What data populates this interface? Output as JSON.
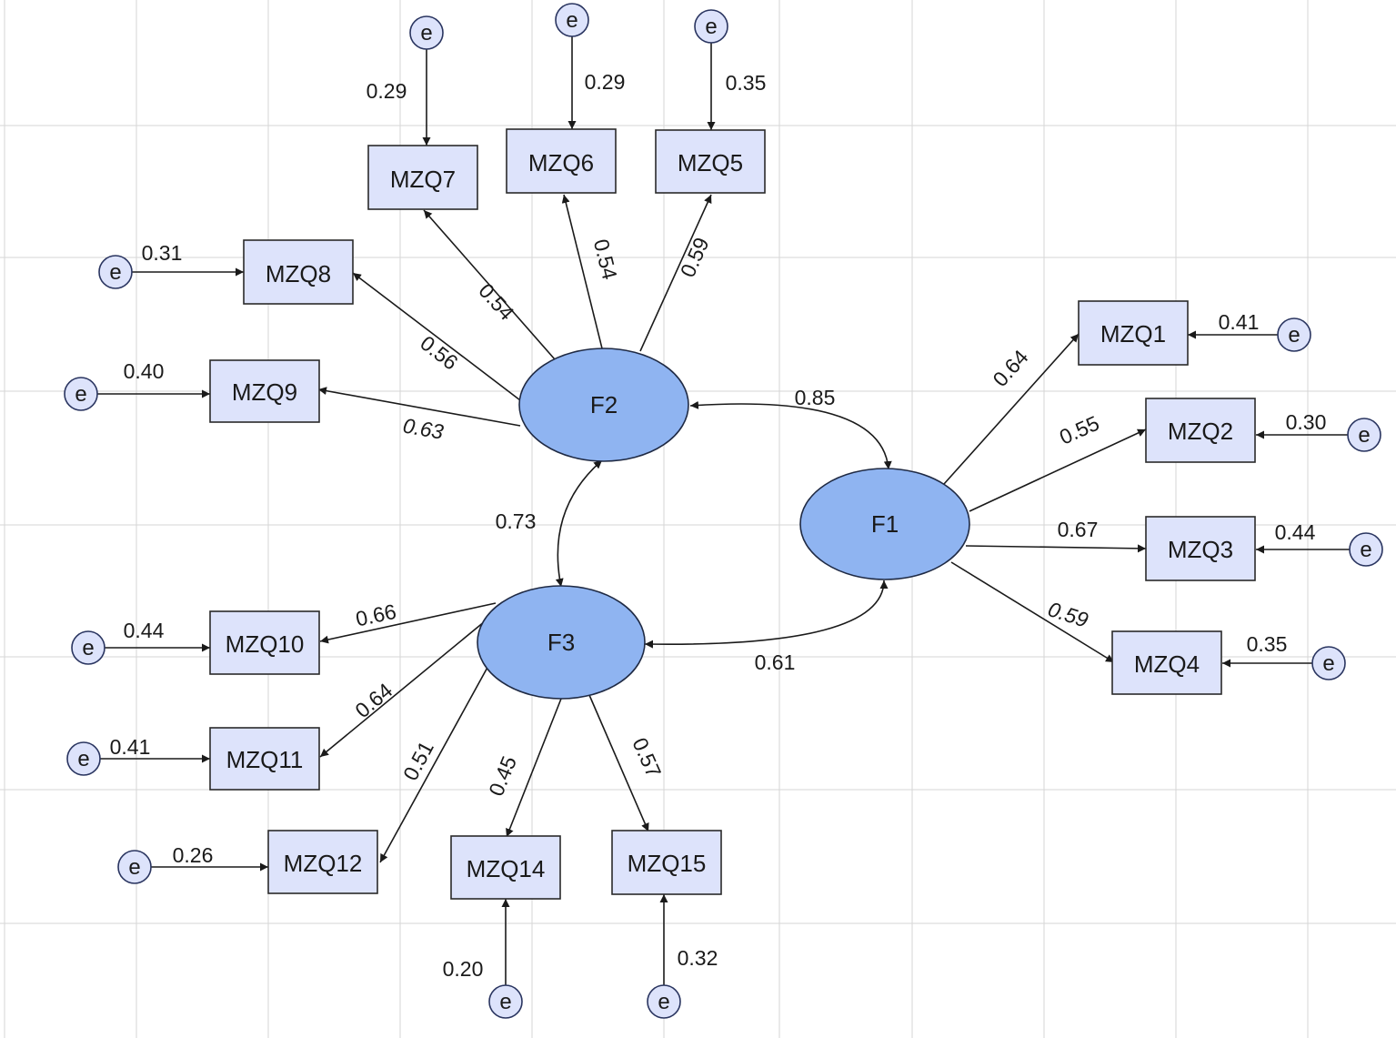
{
  "latents": {
    "F1": {
      "label": "F1"
    },
    "F2": {
      "label": "F2"
    },
    "F3": {
      "label": "F3"
    }
  },
  "observed": {
    "MZQ1": "MZQ1",
    "MZQ2": "MZQ2",
    "MZQ3": "MZQ3",
    "MZQ4": "MZQ4",
    "MZQ5": "MZQ5",
    "MZQ6": "MZQ6",
    "MZQ7": "MZQ7",
    "MZQ8": "MZQ8",
    "MZQ9": "MZQ9",
    "MZQ10": "MZQ10",
    "MZQ11": "MZQ11",
    "MZQ12": "MZQ12",
    "MZQ14": "MZQ14",
    "MZQ15": "MZQ15"
  },
  "error_label": "e",
  "loadings": {
    "F1_MZQ1": "0.64",
    "F1_MZQ2": "0.55",
    "F1_MZQ3": "0.67",
    "F1_MZQ4": "0.59",
    "F2_MZQ5": "0.59",
    "F2_MZQ6": "0.54",
    "F2_MZQ7": "0.54",
    "F2_MZQ8": "0.56",
    "F2_MZQ9": "0.63",
    "F3_MZQ10": "0.66",
    "F3_MZQ11": "0.64",
    "F3_MZQ12": "0.51",
    "F3_MZQ14": "0.45",
    "F3_MZQ15": "0.57"
  },
  "errors": {
    "MZQ1": "0.41",
    "MZQ2": "0.30",
    "MZQ3": "0.44",
    "MZQ4": "0.35",
    "MZQ5": "0.35",
    "MZQ6": "0.29",
    "MZQ7": "0.29",
    "MZQ8": "0.31",
    "MZQ9": "0.40",
    "MZQ10": "0.44",
    "MZQ11": "0.41",
    "MZQ12": "0.26",
    "MZQ14": "0.20",
    "MZQ15": "0.32"
  },
  "correlations": {
    "F2_F1": "0.85",
    "F2_F3": "0.73",
    "F3_F1": "0.61"
  },
  "colors": {
    "latent_fill": "#8fb4f1",
    "observed_fill": "#dde3fb",
    "grid": "#d6d6d6"
  }
}
